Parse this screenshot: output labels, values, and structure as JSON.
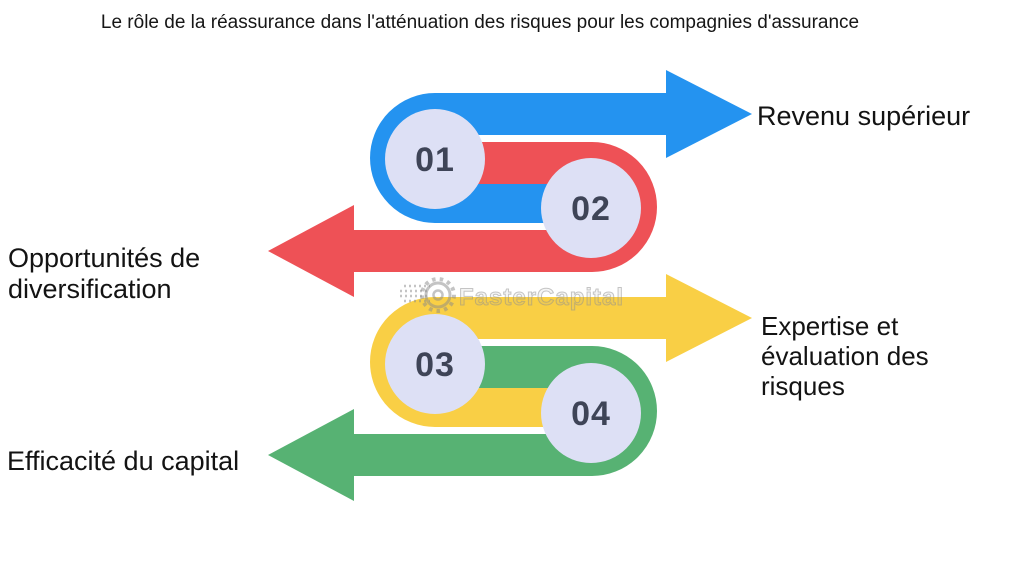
{
  "title": "Le rôle de la réassurance dans l'atténuation des risques pour les compagnies d'assurance",
  "watermark": {
    "brand": "FasterCapital"
  },
  "diagram": {
    "circle_fill": "#dde0f5",
    "number_color": "#3e4457",
    "steps": [
      {
        "number": "01",
        "color": "#2493f0",
        "direction": "right",
        "label": "Revenu supérieur"
      },
      {
        "number": "02",
        "color": "#ee5156",
        "direction": "left",
        "label": "Opportunités de\ndiversification"
      },
      {
        "number": "03",
        "color": "#f9cf45",
        "direction": "right",
        "label": "Expertise et\névaluation des\nrisques"
      },
      {
        "number": "04",
        "color": "#57b273",
        "direction": "left",
        "label": "Efficacité du capital"
      }
    ]
  }
}
